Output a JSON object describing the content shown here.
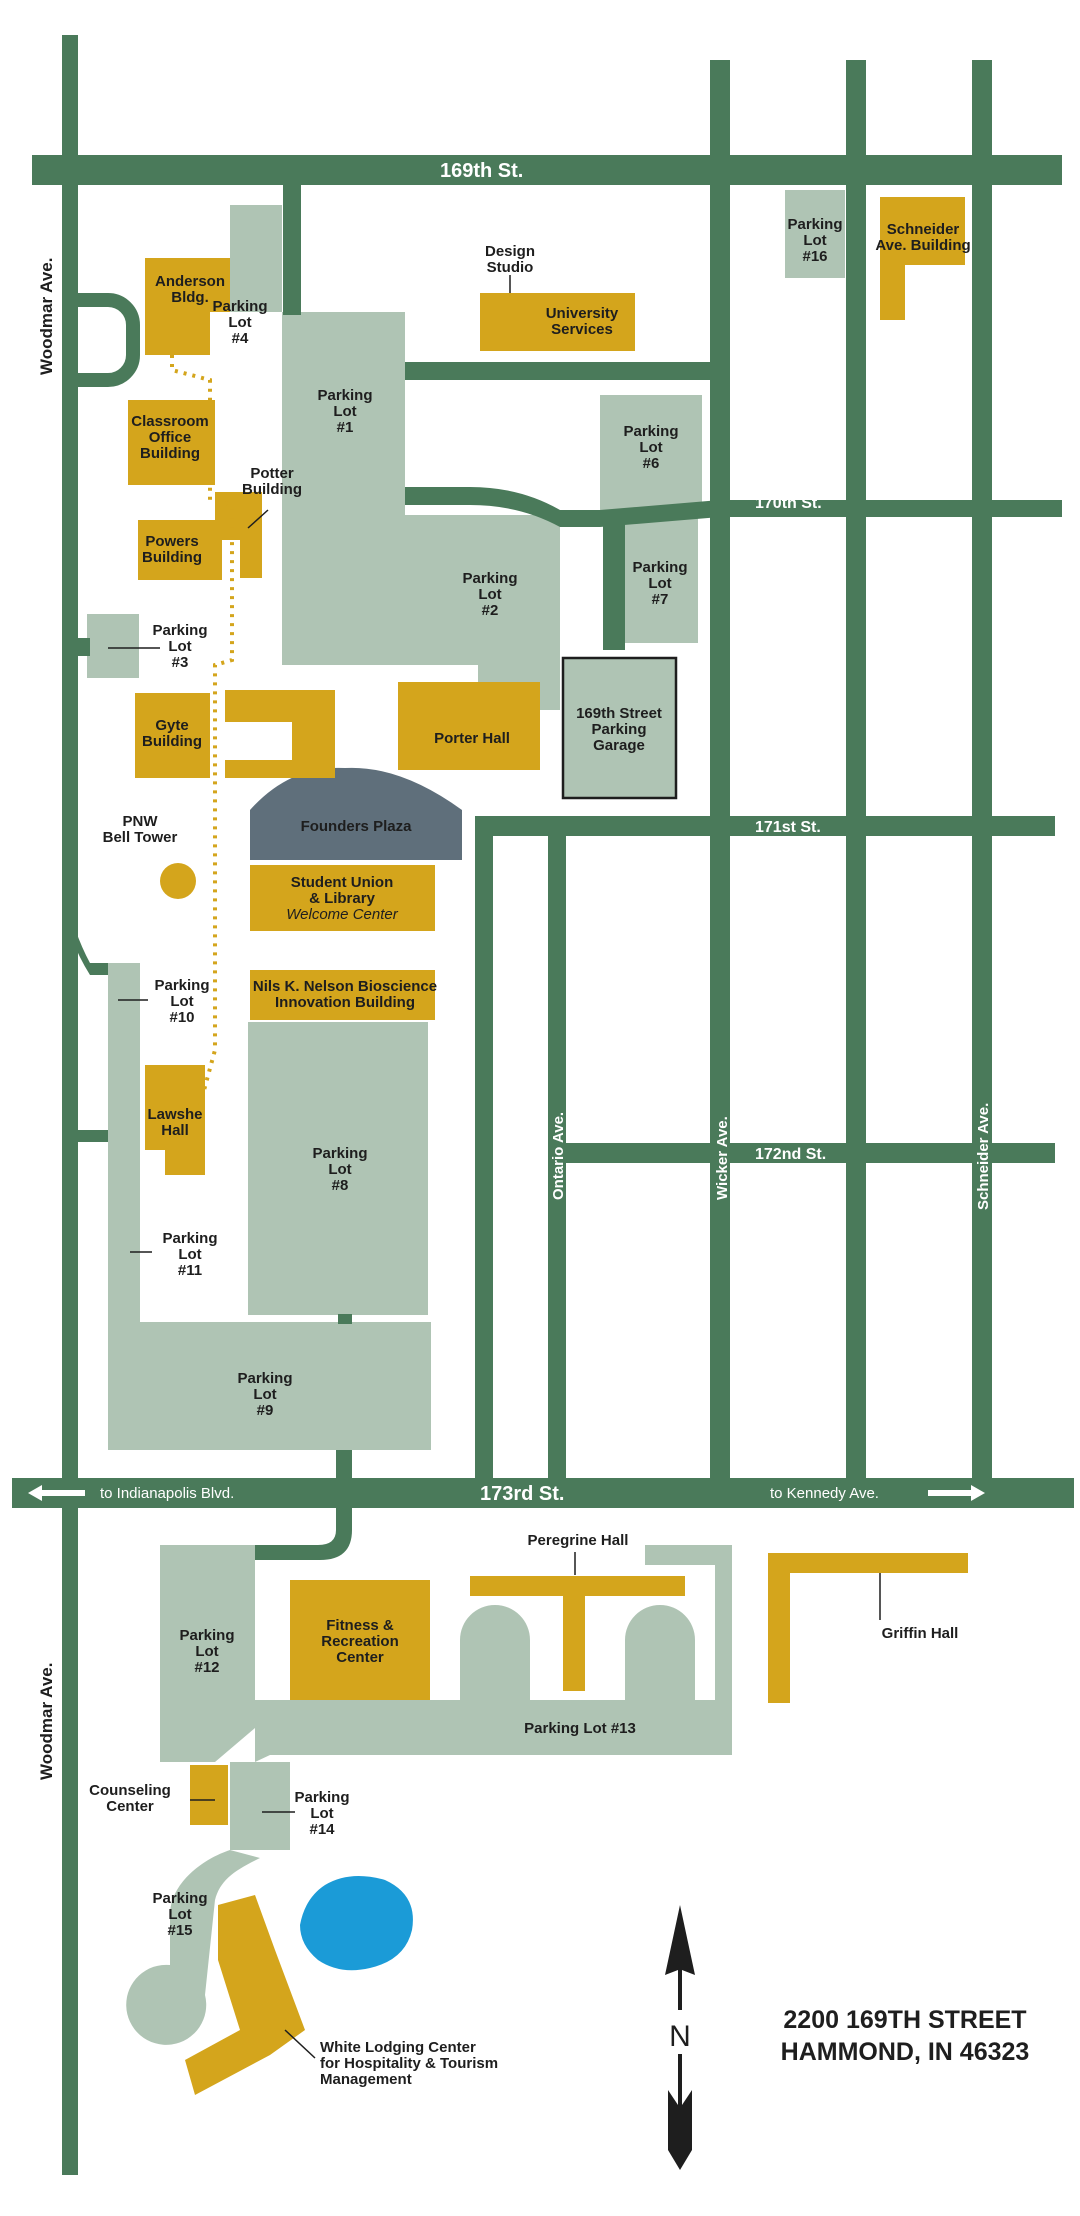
{
  "colors": {
    "road": "#4a7a5a",
    "parking": "#afc4b4",
    "building": "#d4a51c",
    "plaza": "#5f6f7b",
    "pond": "#1b9bd7",
    "walkway": "#d4a51c",
    "background": "#ffffff"
  },
  "streets": {
    "s169": "169th St.",
    "s170": "170th St.",
    "s171": "171st St.",
    "s172": "172nd St.",
    "s173": "173rd St.",
    "woodmar_top": "Woodmar Ave.",
    "woodmar_bottom": "Woodmar Ave.",
    "ontario": "Ontario Ave.",
    "wicker": "Wicker Ave.",
    "schneider": "Schneider Ave.",
    "to_indianapolis": "to Indianapolis Blvd.",
    "to_kennedy": "to Kennedy Ave."
  },
  "lots": {
    "lot1": [
      "Parking",
      "Lot",
      "#1"
    ],
    "lot2": [
      "Parking",
      "Lot",
      "#2"
    ],
    "lot3": [
      "Parking",
      "Lot",
      "#3"
    ],
    "lot4": [
      "Parking",
      "Lot",
      "#4"
    ],
    "lot6": [
      "Parking",
      "Lot",
      "#6"
    ],
    "lot7": [
      "Parking",
      "Lot",
      "#7"
    ],
    "lot8": [
      "Parking",
      "Lot",
      "#8"
    ],
    "lot9": [
      "Parking",
      "Lot",
      "#9"
    ],
    "lot10": [
      "Parking",
      "Lot",
      "#10"
    ],
    "lot11": [
      "Parking",
      "Lot",
      "#11"
    ],
    "lot12": [
      "Parking",
      "Lot",
      "#12"
    ],
    "lot13": "Parking Lot #13",
    "lot14": [
      "Parking",
      "Lot",
      "#14"
    ],
    "lot15": [
      "Parking",
      "Lot",
      "#15"
    ],
    "lot16": [
      "Parking",
      "Lot",
      "#16"
    ],
    "garage": [
      "169th Street",
      "Parking",
      "Garage"
    ]
  },
  "buildings": {
    "anderson": [
      "Anderson",
      "Bldg."
    ],
    "classroom_office": [
      "Classroom",
      "Office",
      "Building"
    ],
    "potter": [
      "Potter",
      "Building"
    ],
    "powers": [
      "Powers",
      "Building"
    ],
    "gyte": [
      "Gyte",
      "Building"
    ],
    "design_studio": [
      "Design",
      "Studio"
    ],
    "university_services": [
      "University",
      "Services"
    ],
    "schneider_bldg": [
      "Schneider",
      "Ave. Building"
    ],
    "porter_hall": "Porter Hall",
    "founders_plaza": "Founders Plaza",
    "bell_tower": [
      "PNW",
      "Bell Tower"
    ],
    "student_union": [
      "Student Union",
      "& Library"
    ],
    "welcome_center": "Welcome Center",
    "nils_nelson": [
      "Nils K. Nelson Bioscience",
      "Innovation Building"
    ],
    "lawshe": [
      "Lawshe",
      "Hall"
    ],
    "peregrine": "Peregrine Hall",
    "griffin": "Griffin Hall",
    "fitness": [
      "Fitness &",
      "Recreation",
      "Center"
    ],
    "counseling": [
      "Counseling",
      "Center"
    ],
    "white_lodging": [
      "White Lodging Center",
      "for Hospitality & Tourism",
      "Management"
    ]
  },
  "compass": "N",
  "address": [
    "2200 169TH STREET",
    "HAMMOND, IN 46323"
  ]
}
